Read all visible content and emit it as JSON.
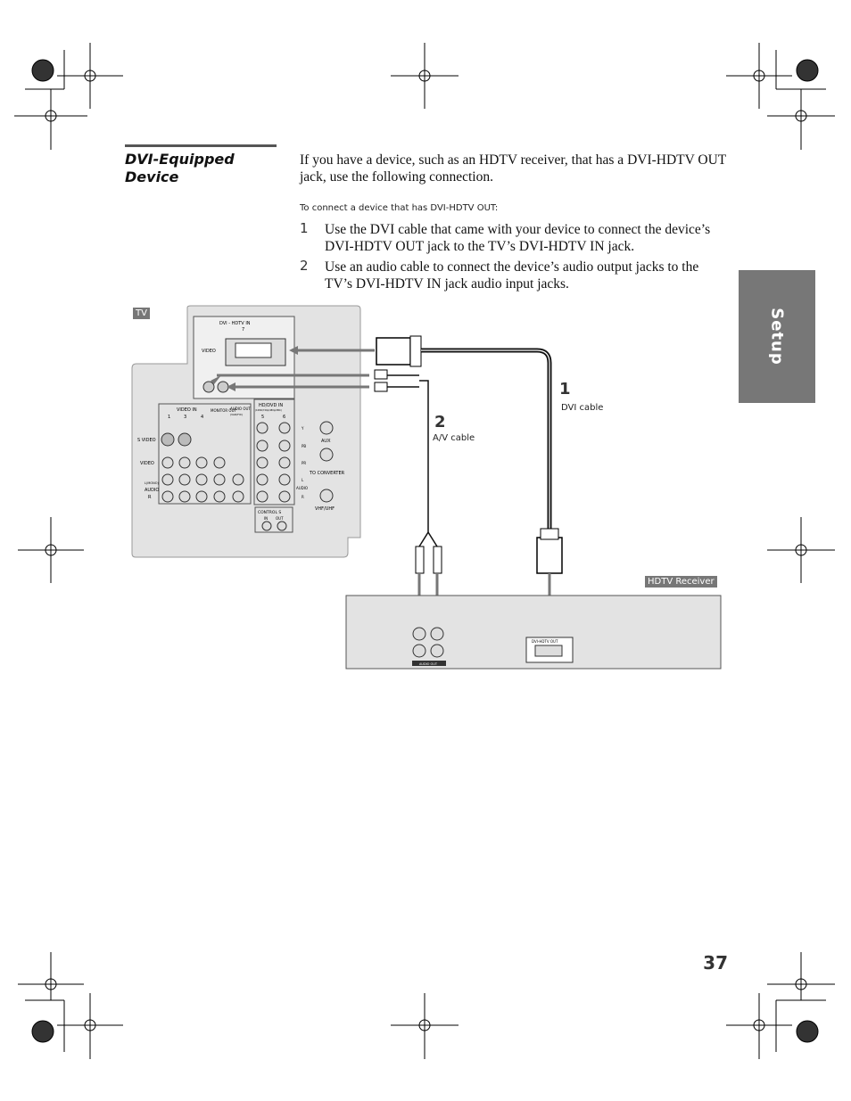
{
  "section": {
    "title": "DVI-Equipped Device"
  },
  "intro": "If you have a device, such as an HDTV receiver, that has a DVI-HDTV OUT jack, use the following connection.",
  "subhead": "To connect a device that has DVI-HDTV OUT:",
  "steps": [
    {
      "num": "1",
      "text": "Use the DVI cable that came with your device to connect the device’s DVI-HDTV OUT jack to the TV’s DVI-HDTV IN jack."
    },
    {
      "num": "2",
      "text": "Use an audio cable to connect the device’s audio output jacks to the TV’s DVI-HDTV IN jack audio input jacks."
    }
  ],
  "sidebar_tab": "Setup",
  "page_number": "37",
  "diagram": {
    "tv_tag": "TV",
    "receiver_tag": "HDTV Receiver",
    "callout1_num": "1",
    "callout1_label": "DVI cable",
    "callout2_num": "2",
    "callout2_label": "A/V cable",
    "tv_panel": {
      "dvi_header": "DVI - HDTV IN",
      "dvi_sub": "7",
      "video": "VIDEO",
      "video_in": "VIDEO IN",
      "video_in_cols": [
        "1",
        "3",
        "4"
      ],
      "monitor_out": "MONITOR OUT",
      "audio_out": "AUDIO OUT",
      "audio_out_sub": "(VAR/FIX)",
      "hd_dvd_in": "HD/DVD IN",
      "hd_dvd_sub": "(1080i/720p/480p/480i)",
      "hd_cols": [
        "5",
        "6"
      ],
      "s_video": "S VIDEO",
      "row_video": "VIDEO",
      "row_audio": "AUDIO",
      "audio_l_mono": "L(MONO)",
      "audio_r": "R",
      "y": "Y",
      "pb": "PB",
      "pr": "PR",
      "l": "L",
      "r": "R",
      "hd_audio": "AUDIO",
      "aux": "AUX",
      "to_converter": "TO CONVERTER",
      "vhf_uhf": "VHF/UHF",
      "control_s": "CONTROL S",
      "control_in": "IN",
      "control_out": "OUT"
    },
    "receiver_panel": {
      "dvi_out": "DVI-HDTV OUT",
      "audio_out": "AUDIO OUT"
    }
  }
}
